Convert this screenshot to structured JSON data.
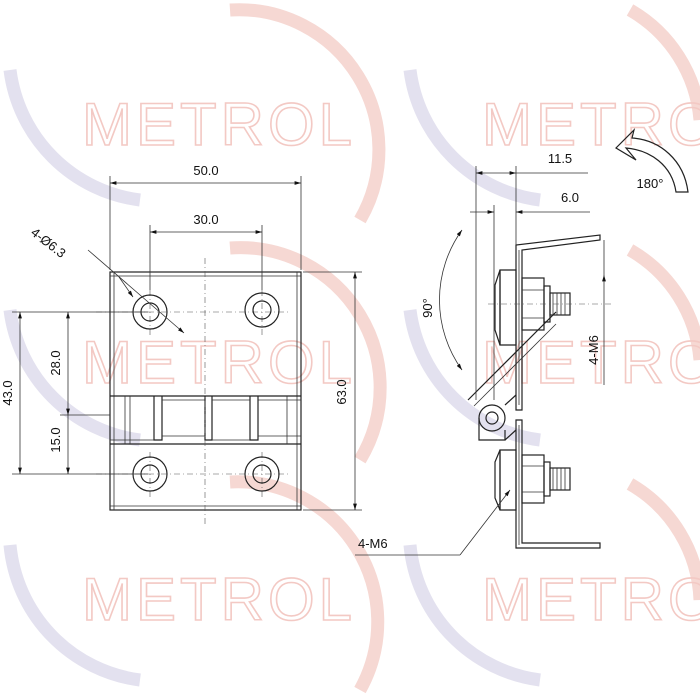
{
  "watermark": {
    "brand": "METROL"
  },
  "front_view": {
    "width": "50.0",
    "hole_spacing": "30.0",
    "hole_spec": "4-Ø6.3",
    "height": "63.0",
    "upper_hole_to_axis": "28.0",
    "lower_hole_to_axis": "15.0",
    "hole_span": "43.0"
  },
  "side_view": {
    "offset_outer": "11.5",
    "offset_inner": "6.0",
    "rotation_angle": "180°",
    "open_angle": "90°",
    "bolt_spec_right": "4-M6",
    "bolt_spec_callout": "4-M6"
  }
}
